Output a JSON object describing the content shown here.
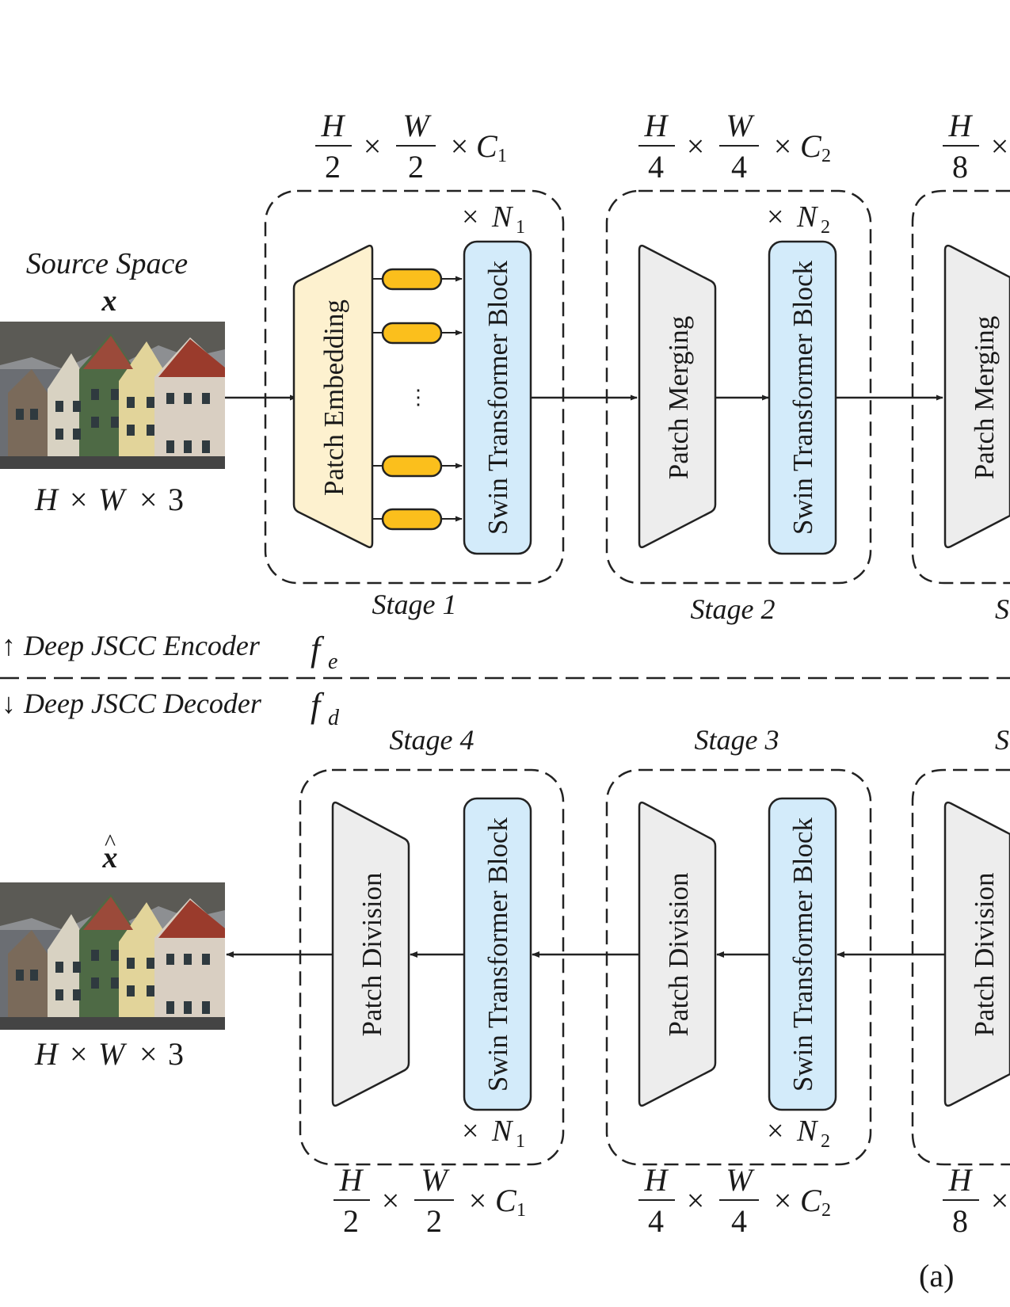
{
  "source": {
    "title": "Source Space",
    "symbol": "x",
    "dims": {
      "h": "H",
      "w": "W",
      "c": "3",
      "times": "×"
    }
  },
  "recon": {
    "symbol": "x",
    "hat": "^",
    "dims": {
      "h": "H",
      "w": "W",
      "c": "3",
      "times": "×"
    }
  },
  "encoder": {
    "arrow": "↑",
    "label": "Deep JSCC Encoder",
    "func": "f",
    "sub": "e"
  },
  "decoder": {
    "arrow": "↓",
    "label": "Deep JSCC Decoder",
    "func": "f",
    "sub": "d"
  },
  "blocks": {
    "patch_embedding": "Patch Embedding",
    "swin": "Swin Transformer Block",
    "patch_merging": "Patch Merging",
    "patch_division": "Patch Division",
    "dots": "⋮"
  },
  "enc_stages": [
    {
      "label": "Stage 1",
      "rep": {
        "times": "×",
        "n": "N",
        "sub": "1"
      },
      "dim": {
        "h": "H",
        "w": "W",
        "d": "2",
        "c": "C",
        "sub": "1"
      }
    },
    {
      "label": "Stage 2",
      "rep": {
        "times": "×",
        "n": "N",
        "sub": "2"
      },
      "dim": {
        "h": "H",
        "w": "W",
        "d": "4",
        "c": "C",
        "sub": "2"
      }
    },
    {
      "label": "S",
      "dim": {
        "h": "H",
        "d": "8"
      }
    }
  ],
  "dec_stages": [
    {
      "label": "Stage 4",
      "rep": {
        "times": "×",
        "n": "N",
        "sub": "1"
      },
      "dim": {
        "h": "H",
        "w": "W",
        "d": "2",
        "c": "C",
        "sub": "1"
      }
    },
    {
      "label": "Stage 3",
      "rep": {
        "times": "×",
        "n": "N",
        "sub": "2"
      },
      "dim": {
        "h": "H",
        "w": "W",
        "d": "4",
        "c": "C",
        "sub": "2"
      }
    },
    {
      "label": "S",
      "dim": {
        "h": "H",
        "d": "8"
      }
    }
  ],
  "times": "×",
  "panel_label": "(a)",
  "colors": {
    "embedding_fill": "#fdf1cf",
    "swin_fill": "#d3ebfa",
    "merge_fill": "#ededed",
    "token_fill": "#fbbf1c",
    "stroke": "#222222"
  }
}
